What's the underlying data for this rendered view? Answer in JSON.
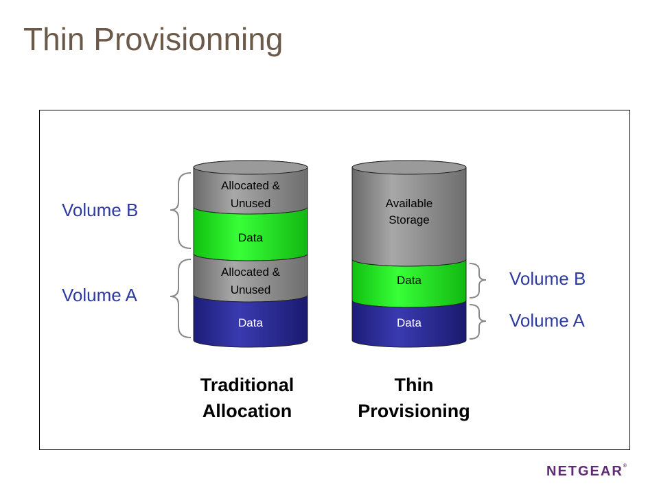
{
  "slide": {
    "title": "Thin Provisionning"
  },
  "diagram": {
    "colors": {
      "gray_segment": "#888888",
      "green_segment": "#22e022",
      "blue_segment": "#2a2a90",
      "volume_label": "#2e3aa0",
      "bracket": "#888888"
    },
    "traditional": {
      "caption_line1": "Traditional",
      "caption_line2": "Allocation",
      "segments": [
        {
          "text_line1": "Allocated &",
          "text_line2": "Unused"
        },
        {
          "text_line1": "Data"
        },
        {
          "text_line1": "Allocated &",
          "text_line2": "Unused"
        },
        {
          "text_line1": "Data"
        }
      ],
      "volume_labels": [
        "Volume B",
        "Volume A"
      ]
    },
    "thin": {
      "caption_line1": "Thin",
      "caption_line2": "Provisioning",
      "segments": [
        {
          "text_line1": "Available",
          "text_line2": "Storage"
        },
        {
          "text_line1": "Data"
        },
        {
          "text_line1": "Data"
        }
      ],
      "volume_labels": [
        "Volume B",
        "Volume A"
      ]
    }
  },
  "footer": {
    "logo_text": "NETGEAR",
    "logo_mark": "®"
  }
}
